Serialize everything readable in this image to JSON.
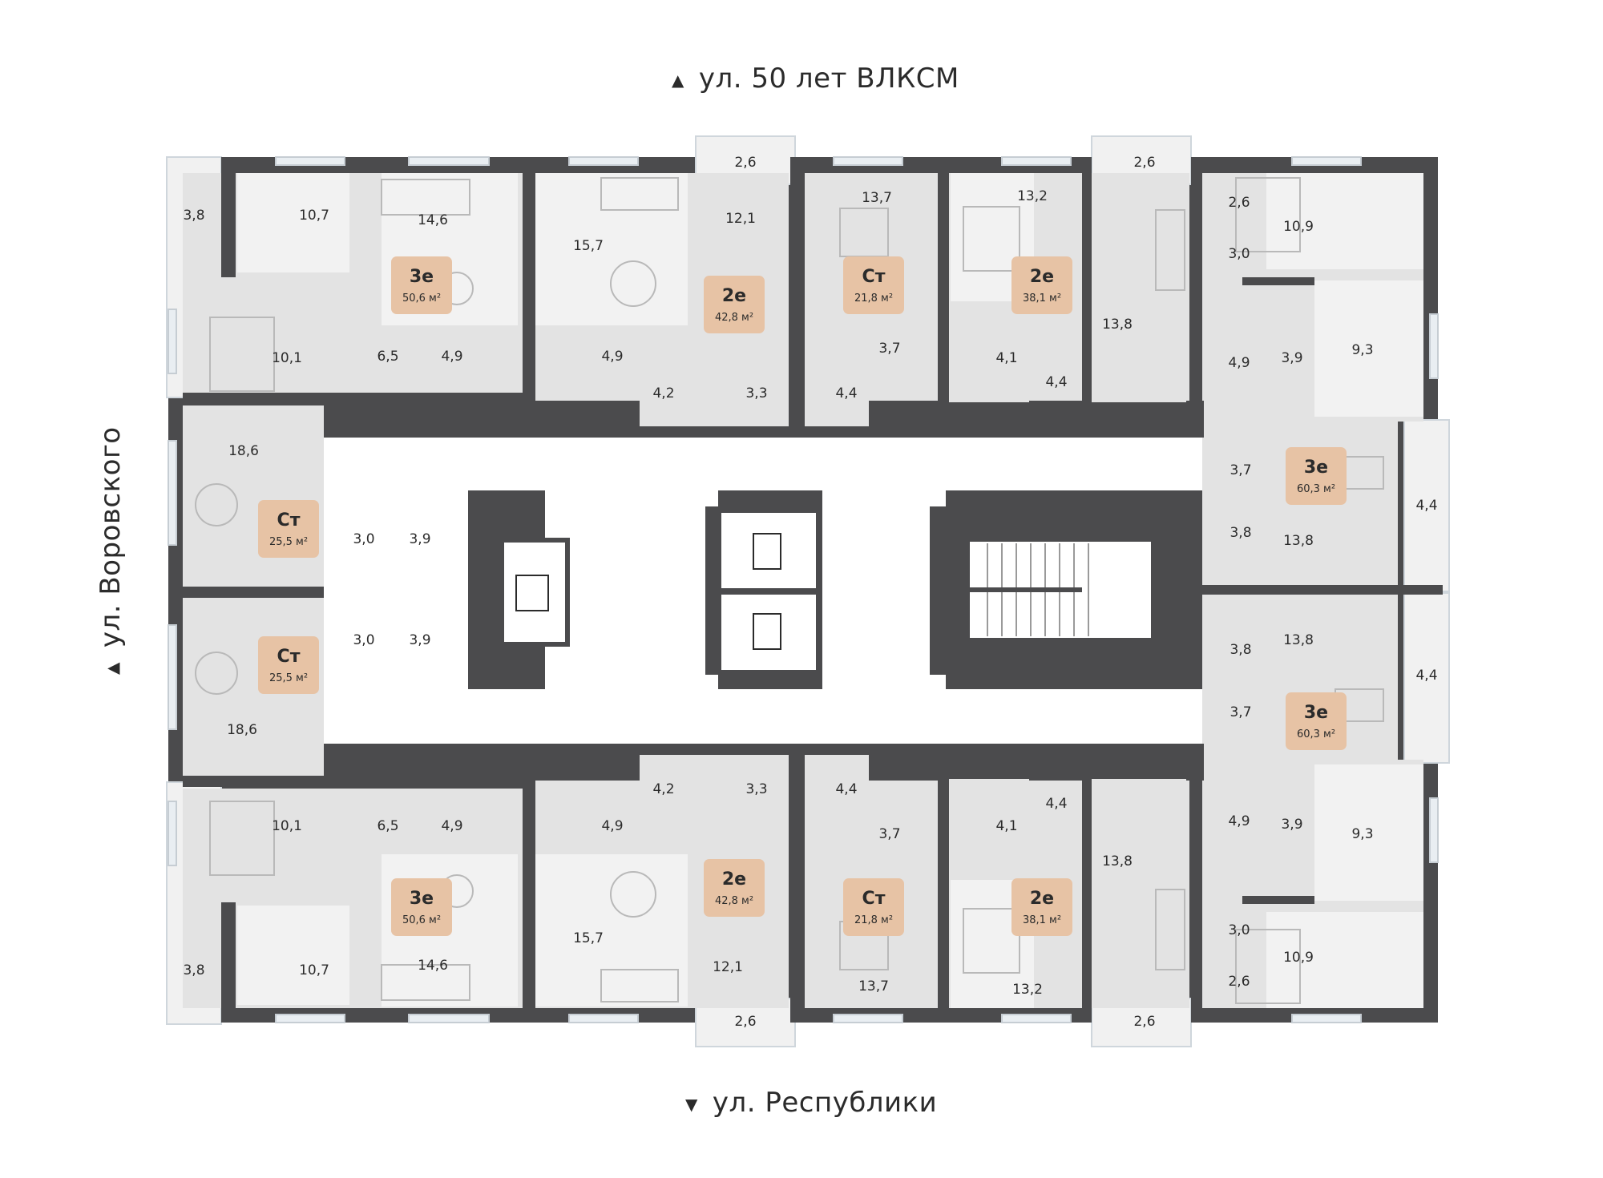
{
  "streets": {
    "top": "ул. 50 лет ВЛКСМ",
    "bottom": "ул. Республики",
    "left": "ул. Воровского"
  },
  "colors": {
    "wall": "#4b4b4d",
    "apartment_fill": "#e3e3e3",
    "corridor_fill": "#ffffff",
    "balcony_fill": "#f3f3f3",
    "badge_fill": "#e7c3a5",
    "badge_text": "#2b2b2b",
    "room_text": "#2b2b2b",
    "furniture": "#bdbdbd"
  },
  "apartment_badges": [
    {
      "type": "3е",
      "area": "50,6 м²"
    },
    {
      "type": "2е",
      "area": "42,8 м²"
    },
    {
      "type": "Ст",
      "area": "21,8 м²"
    },
    {
      "type": "2е",
      "area": "38,1 м²"
    },
    {
      "type": "3е",
      "area": "60,3 м²"
    },
    {
      "type": "Ст",
      "area": "25,5 м²"
    },
    {
      "type": "Ст",
      "area": "25,5 м²"
    },
    {
      "type": "3е",
      "area": "60,3 м²"
    },
    {
      "type": "3е",
      "area": "50,6 м²"
    },
    {
      "type": "2е",
      "area": "42,8 м²"
    },
    {
      "type": "Ст",
      "area": "21,8 м²"
    },
    {
      "type": "2е",
      "area": "38,1 м²"
    }
  ],
  "room_areas": [
    "3,8",
    "10,7",
    "14,6",
    "15,7",
    "2,6",
    "12,1",
    "13,7",
    "13,2",
    "2,6",
    "2,6",
    "10,9",
    "3,0",
    "10,1",
    "6,5",
    "4,9",
    "4,9",
    "4,2",
    "3,3",
    "4,4",
    "3,7",
    "4,1",
    "4,4",
    "13,8",
    "4,9",
    "3,9",
    "9,3",
    "18,6",
    "3,7",
    "4,4",
    "3,8",
    "13,8",
    "3,0",
    "3,9",
    "3,0",
    "3,9",
    "13,8",
    "3,8",
    "4,4",
    "3,7",
    "18,6",
    "4,2",
    "3,3",
    "4,4",
    "3,7",
    "4,1",
    "4,4",
    "10,1",
    "6,5",
    "4,9",
    "4,9",
    "13,8",
    "4,9",
    "3,9",
    "9,3",
    "3,8",
    "10,7",
    "14,6",
    "15,7",
    "12,1",
    "13,7",
    "13,2",
    "3,0",
    "10,9",
    "2,6",
    "2,6",
    "2,6"
  ]
}
